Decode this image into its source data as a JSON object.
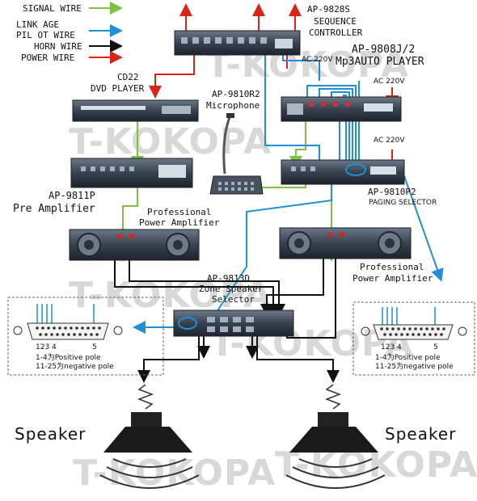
{
  "legend": [
    {
      "label": "SIGNAL WIRE",
      "color": "#7dc242"
    },
    {
      "label": "LINK AGE",
      "color": "#1f8fd6"
    },
    {
      "label": "PIL OT WIRE",
      "color": "#1f8fd6"
    },
    {
      "label": "HORN WIRE",
      "color": "#111111"
    },
    {
      "label": "POWER WIRE",
      "color": "#d9241c"
    }
  ],
  "devices": {
    "sequence_controller": {
      "model": "AP-9828S",
      "name1": "SEQUENCE",
      "name2": "CONTROLLER",
      "power": "AC 220V"
    },
    "mp3_player": {
      "model": "AP-9808J/2",
      "name": "Mp3AUTO PLAYER",
      "power": "AC 220V"
    },
    "dvd_player": {
      "model": "CD22",
      "name": "DVD PLAYER"
    },
    "microphone": {
      "model": "AP-9810R2",
      "name": "Microphone"
    },
    "pre_amplifier": {
      "model": "AP-9811P",
      "name": "Pre Amplifier"
    },
    "power_amp_left": {
      "name1": "Professional",
      "name2": "Power Amplifier"
    },
    "paging_selector": {
      "model": "AP-9810P2",
      "name": "PAGING SELECTOR",
      "power": "AC 220V"
    },
    "power_amp_right": {
      "name1": "Professional",
      "name2": "Power Amplifier"
    },
    "zone_selector": {
      "model": "AP-9813D",
      "name1": "Zone Speaker",
      "name2": "Selector"
    }
  },
  "connector_left": {
    "pins": "123",
    "pin_mid": "4",
    "pin_right": "5",
    "note1": "1-4为Positive pole",
    "note2": "11-25为negative pole"
  },
  "connector_right": {
    "pins": "123",
    "pin_mid": "4",
    "pin_right": "5",
    "note1": "1-4为Positive pole",
    "note2": "11-25为negative pole"
  },
  "speaker_left": "Speaker",
  "speaker_right": "Speaker",
  "watermark": "T-KOKOPA",
  "colors": {
    "signal": "#7dc242",
    "link": "#1f8fd6",
    "horn": "#111111",
    "power": "#d9241c",
    "device": "#3a4658"
  }
}
